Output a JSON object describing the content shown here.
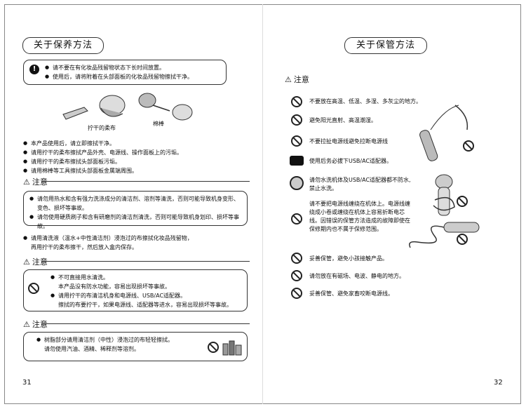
{
  "left": {
    "title": "关于保养方法",
    "box1": {
      "items": [
        "请不要在有化妆品残留物状态下长时间放置。",
        "使用后，请将附着在头部面板的化妆品残留物擦拭干净。"
      ]
    },
    "fig_labels": {
      "cloth": "拧干的柔布",
      "swab": "棉棒"
    },
    "plain_items": [
      "本产品使用后，请立即擦拭干净。",
      "请用拧干的柔布擦拭产品外壳、电源线、操作面板上的污垢。",
      "请用拧干的柔布擦拭头部面板污垢。",
      "请用棉棒等工具擦拭头部面板金属端周围。"
    ],
    "warn1": {
      "heading": "注意",
      "items": [
        "请勿用热水和含有强力洗涤成分的清洁剂、溶剂等清洗，否则可能导致机身变形、变色、损坏等事故。",
        "请勿使用硬质刷子和含有研磨剂的清洁剂清洗，否则可能导致机身划印、损坏等事故。"
      ]
    },
    "plain2": [
      "请用清洗液（温水+中性清洁剂）浸泡过的布擦拭化妆品残留物，",
      "再用拧干的柔布擦干，然后放入盒内保存。"
    ],
    "warn2": {
      "heading": "注意",
      "item1": "不可直接用水清洗。",
      "item1_sub": "本产品没有防水功能，容易出现损坏等事故。",
      "item2": "请用拧干的布清洁机身和电源线、USB/AC适配器。",
      "item2_sub": "擦拭的布要拧干，如果电源线、适配器等进水，容易出现损坏等事故。"
    },
    "warn3": {
      "heading": "注意",
      "item": "树脂部分请用清洁剂（中性）浸泡过的布轻轻擦拭。",
      "item_sub": "请勿使用汽油、酒精、稀释剂等溶剂。"
    },
    "page_number": "31"
  },
  "right": {
    "title": "关于保管方法",
    "heading": "注意",
    "rules": [
      "不要放在高温、低温、多湿、多灰尘的地方。",
      "避免阳光直射、高温潮湿。",
      "不要拉扯电源线避免拉断电源线",
      "使用后务必拔下USB/AC适配器。",
      "请勿水洗机体及USB/AC适配器都不防水,禁止水洗。",
      "请不要把电源线缠绕在机体上。电源线缠绕成小卷或缠绕在机体上容易折断电芯线。因错误的保管方法造成的故障即使在保修期内也不属于保修范围。",
      "妥善保管，避免小孩接触产品。",
      "请勿放在有磁场、电波、静电的地方。",
      "妥善保管、避免家畜咬断电源线。"
    ],
    "page_number": "32"
  }
}
